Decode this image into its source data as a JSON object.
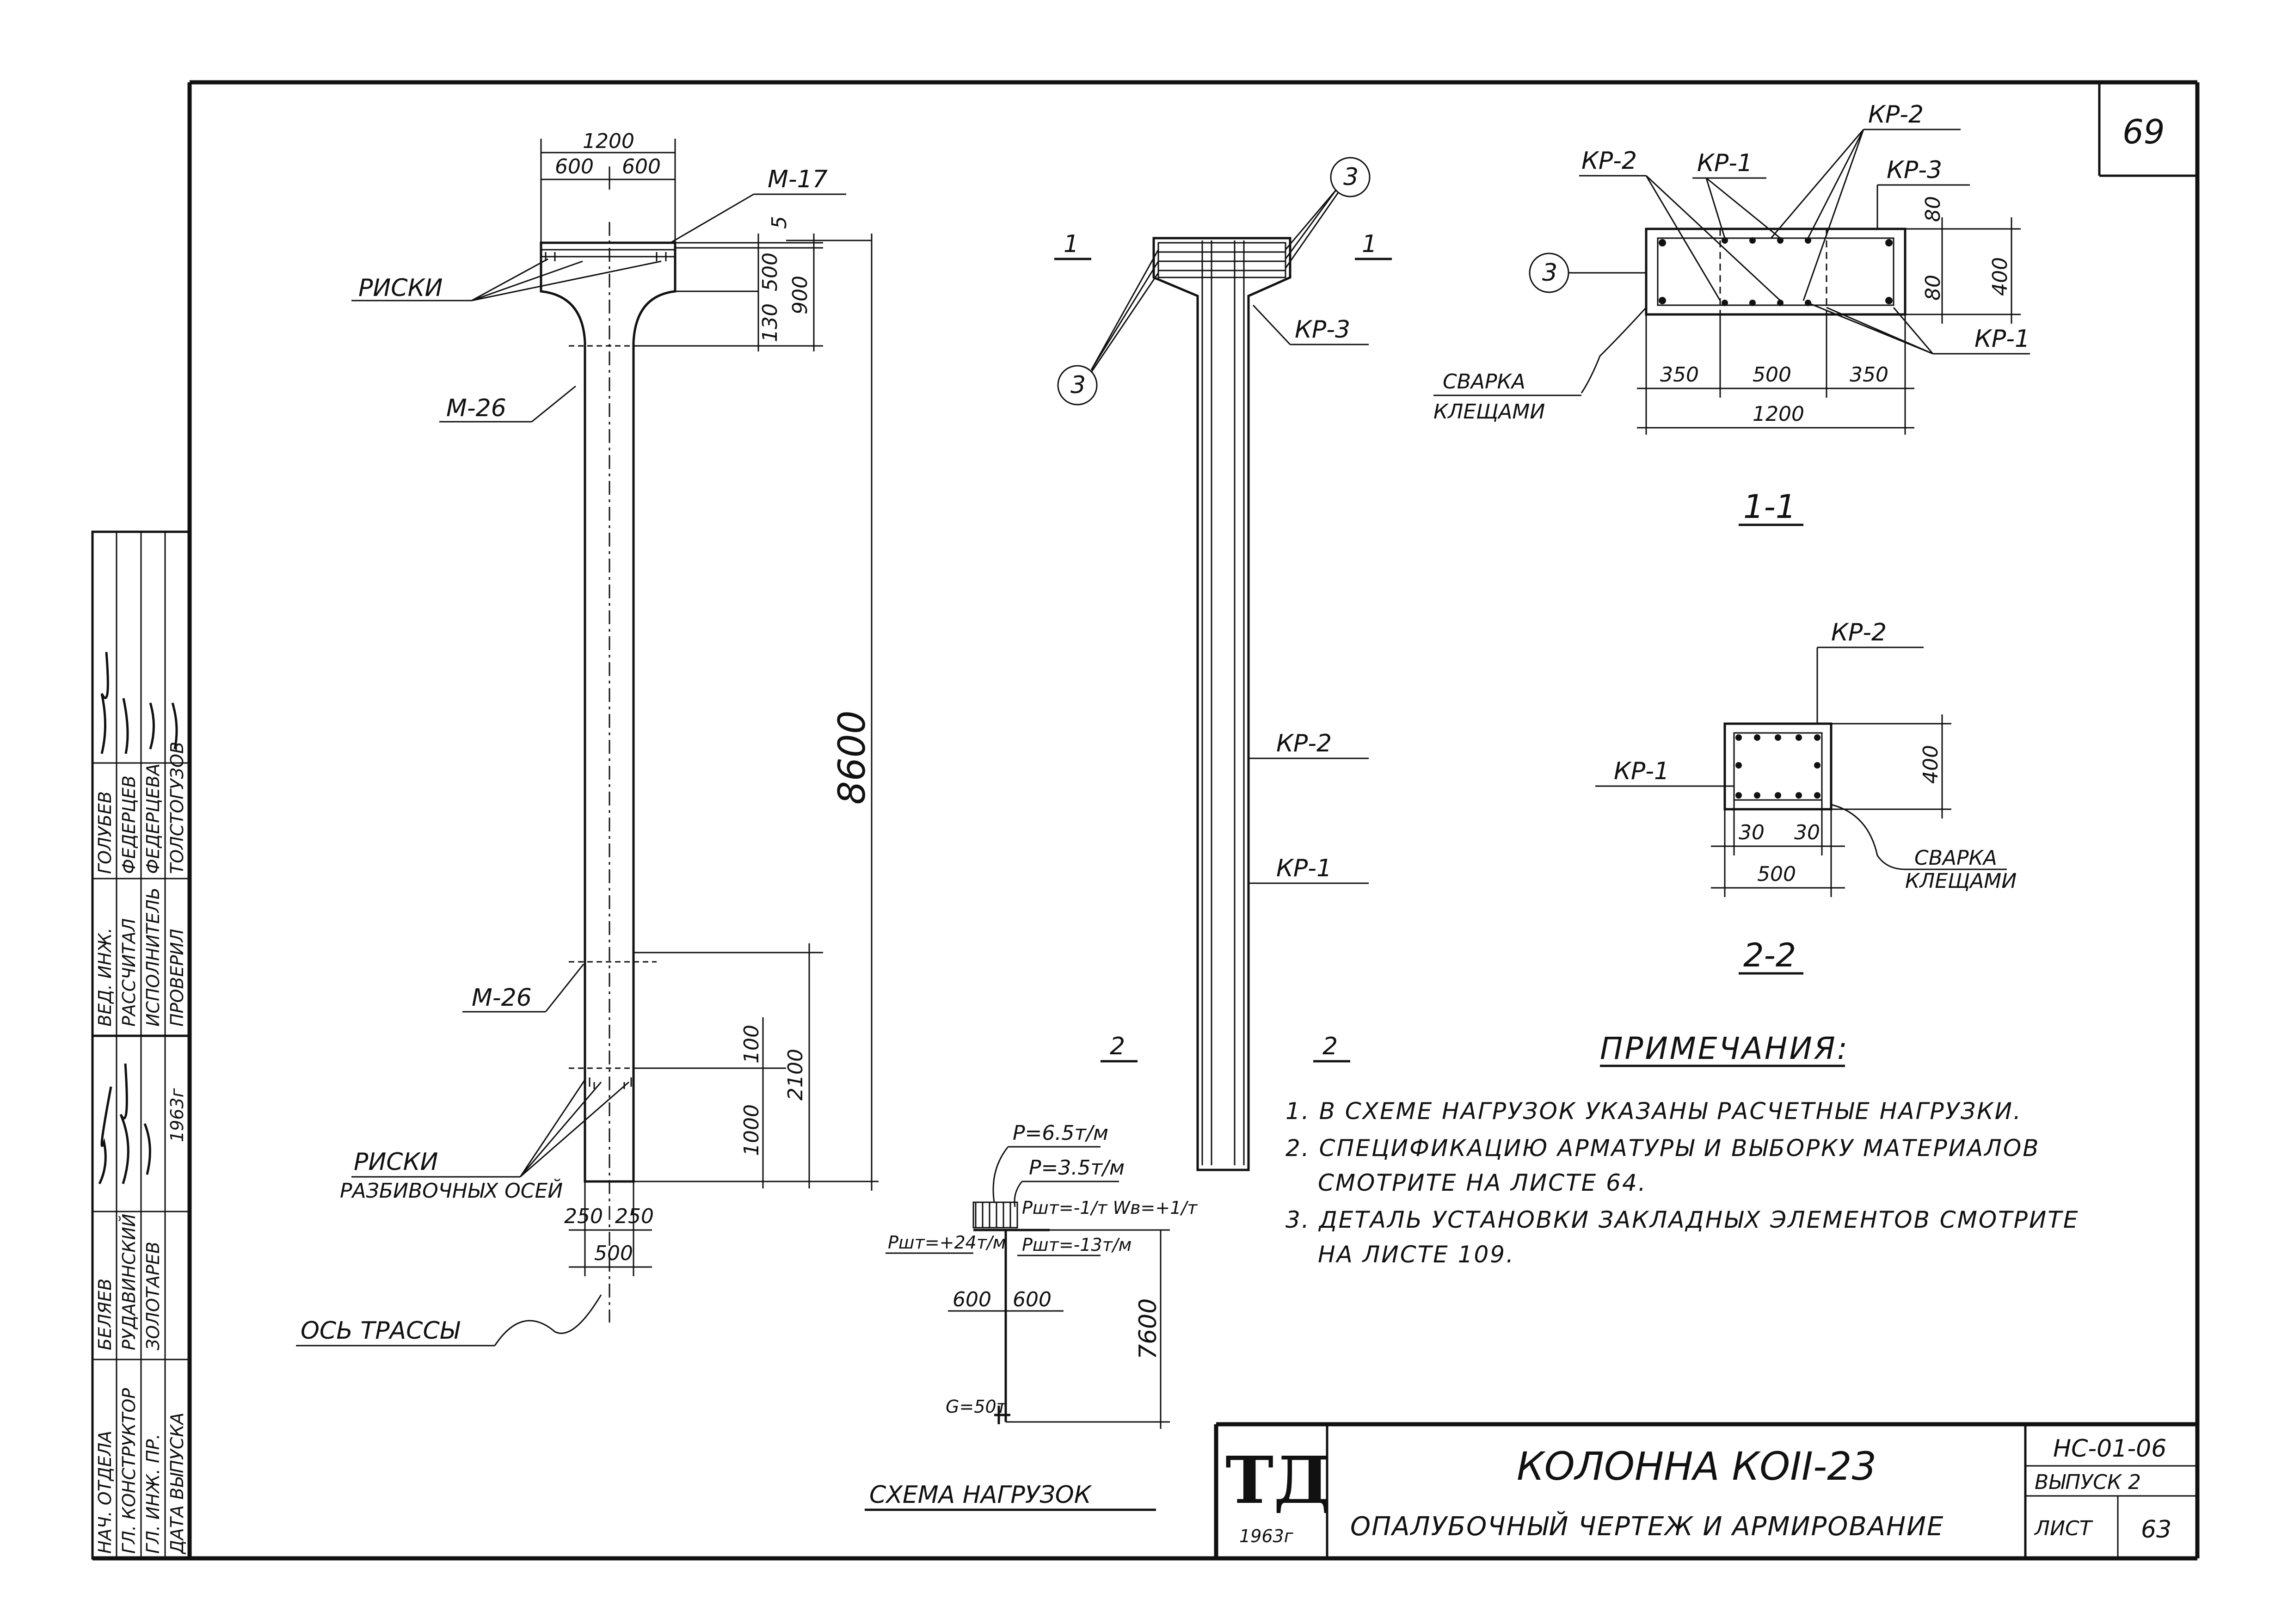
{
  "sheet": {
    "number": "69"
  },
  "elevation": {
    "dims_top": [
      "1200",
      "600",
      "600"
    ],
    "label_m17": "М-17",
    "label_m26_top": "М-26",
    "label_m26_bottom": "М-26",
    "label_riski_top": "РИСКИ",
    "label_riski_bottom": "РИСКИ",
    "label_riski_sub": "РАЗБИВОЧНЫХ ОСЕЙ",
    "dims_right": [
      "5",
      "500",
      "130",
      "900",
      "8600",
      "100",
      "1000",
      "2100"
    ],
    "dims_bottom": [
      "250",
      "250",
      "500"
    ],
    "label_axis": "ОСЬ ТРАССЫ"
  },
  "reinforcement": {
    "cut_top": [
      "1",
      "1"
    ],
    "cut_bottom": [
      "2",
      "2"
    ],
    "callout_3": "3",
    "labels": [
      "КР-3",
      "КР-2",
      "КР-1"
    ]
  },
  "section_1_1": {
    "labels_top": [
      "КР-2",
      "КР-1",
      "КР-2",
      "КР-3"
    ],
    "label_kr1_right": "КР-1",
    "callout_3": "3",
    "weld": [
      "СВАРКА",
      "КЛЕЩАМИ"
    ],
    "dims_right": [
      "80",
      "80",
      "400"
    ],
    "dims_bottom": [
      "350",
      "500",
      "350",
      "1200"
    ],
    "title": "1-1"
  },
  "section_2_2": {
    "label_kr2": "КР-2",
    "label_kr1": "КР-1",
    "dim_right": "400",
    "dims_bottom": [
      "30",
      "30",
      "500"
    ],
    "weld": [
      "СВАРКА",
      "КЛЕЩАМИ"
    ],
    "title": "2-2"
  },
  "load_scheme": {
    "p1": "P=6.5т/м",
    "p2": "P=3.5т/м",
    "side_loads": "Ршт=-1/т  Wв=+1/т",
    "p_left": "Ршт=+24т/м",
    "p_right": "Ршт=-13т/м",
    "dims": [
      "600",
      "600"
    ],
    "height": "7600",
    "weight": "G=50т",
    "title": "СХЕМА НАГРУЗОК"
  },
  "notes": {
    "heading": "ПРИМЕЧАНИЯ:",
    "items": [
      "1. В СХЕМЕ НАГРУЗОК УКАЗАНЫ РАСЧЕТНЫЕ НАГРУЗКИ.",
      "2. СПЕЦИФИКАЦИЮ АРМАТУРЫ И ВЫБОРКУ МАТЕРИАЛОВ",
      "СМОТРИТЕ НА ЛИСТЕ 64.",
      "3. ДЕТАЛЬ УСТАНОВКИ ЗАКЛАДНЫХ ЭЛЕМЕНТОВ СМОТРИТЕ",
      "НА ЛИСТЕ 109."
    ]
  },
  "title_block": {
    "logo": "ТД",
    "year": "1963г",
    "title": "КОЛОННА КОII-23",
    "subtitle": "ОПАЛУБОЧНЫЙ ЧЕРТЕЖ И АРМИРОВАНИЕ",
    "code": "НС-01-06",
    "issue": "ВЫПУСК 2",
    "sheet_label": "ЛИСТ",
    "sheet_no": "63"
  },
  "stamp": {
    "roles_left": [
      "НАЧ. ОТДЕЛА",
      "ГЛ. КОНСТРУКТОР",
      "ГЛ. ИНЖ. ПР.",
      "ДАТА ВЫПУСКА"
    ],
    "names_left": [
      "БЕЛЯЕВ",
      "РУДАВИНСКИЙ",
      "ЗОЛОТАРЕВ",
      ""
    ],
    "date": "1963г",
    "roles_right": [
      "ВЕД. ИНЖ.",
      "РАССЧИТАЛ",
      "ИСПОЛНИТЕЛЬ",
      "ПРОВЕРИЛ"
    ],
    "names_right": [
      "ГОЛУБЕВ",
      "ФЕДЕРЦЕВ",
      "ФЕДЕРЦЕВА",
      "ТОЛСТОГУЗОВ"
    ]
  }
}
